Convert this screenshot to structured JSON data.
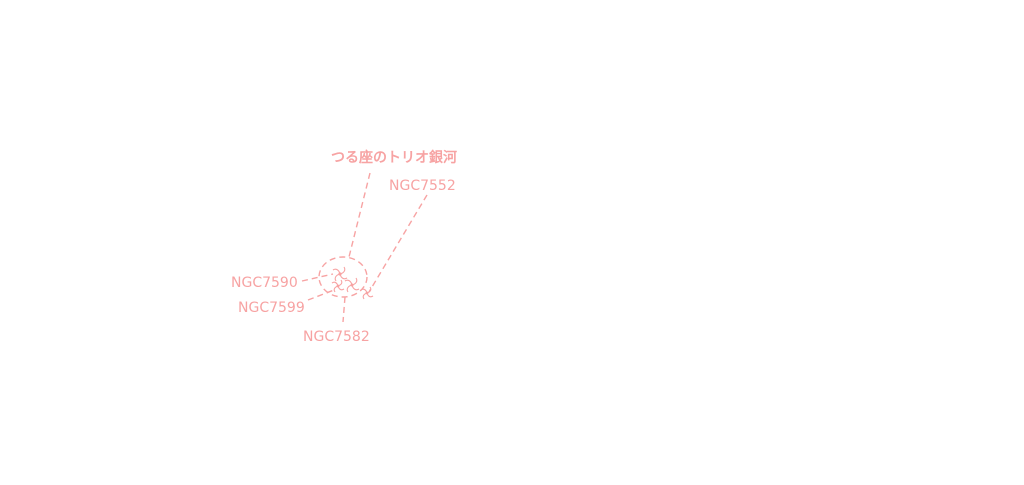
{
  "map": {
    "group_label": "つる座のトリオ銀河",
    "galaxies": {
      "ngc7552": "NGC7552",
      "ngc7590": "NGC7590",
      "ngc7599": "NGC7599",
      "ngc7582": "NGC7582"
    }
  },
  "colors": {
    "label": "#f7a3a3",
    "background": "#ffffff"
  }
}
